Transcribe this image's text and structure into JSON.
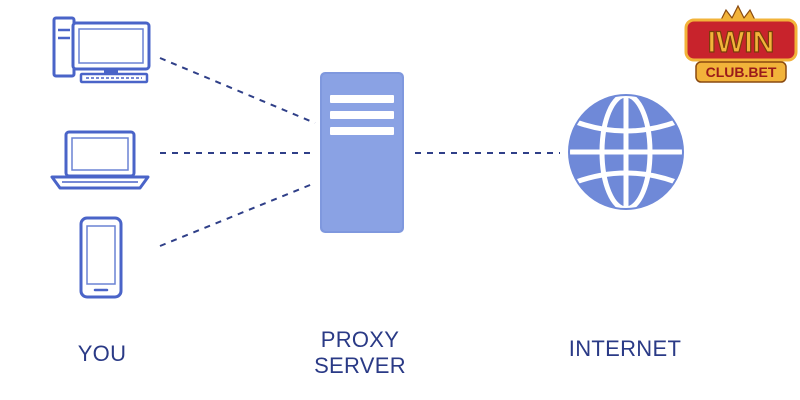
{
  "labels": {
    "you": "YOU",
    "proxy_line1": "PROXY",
    "proxy_line2": "SERVER",
    "internet": "INTERNET"
  },
  "logo": {
    "brand": "IWIN",
    "sub": "CLUB.BET"
  },
  "colors": {
    "device_outline": "#4a64c8",
    "server_fill": "#7f98de",
    "globe": "#6f89d8",
    "dash": "#2f3f88",
    "label": "#2a3a86",
    "logo_gold": "#f2b33a",
    "logo_red": "#c8232c"
  },
  "icons": [
    "desktop-icon",
    "laptop-icon",
    "smartphone-icon",
    "server-icon",
    "globe-icon"
  ]
}
